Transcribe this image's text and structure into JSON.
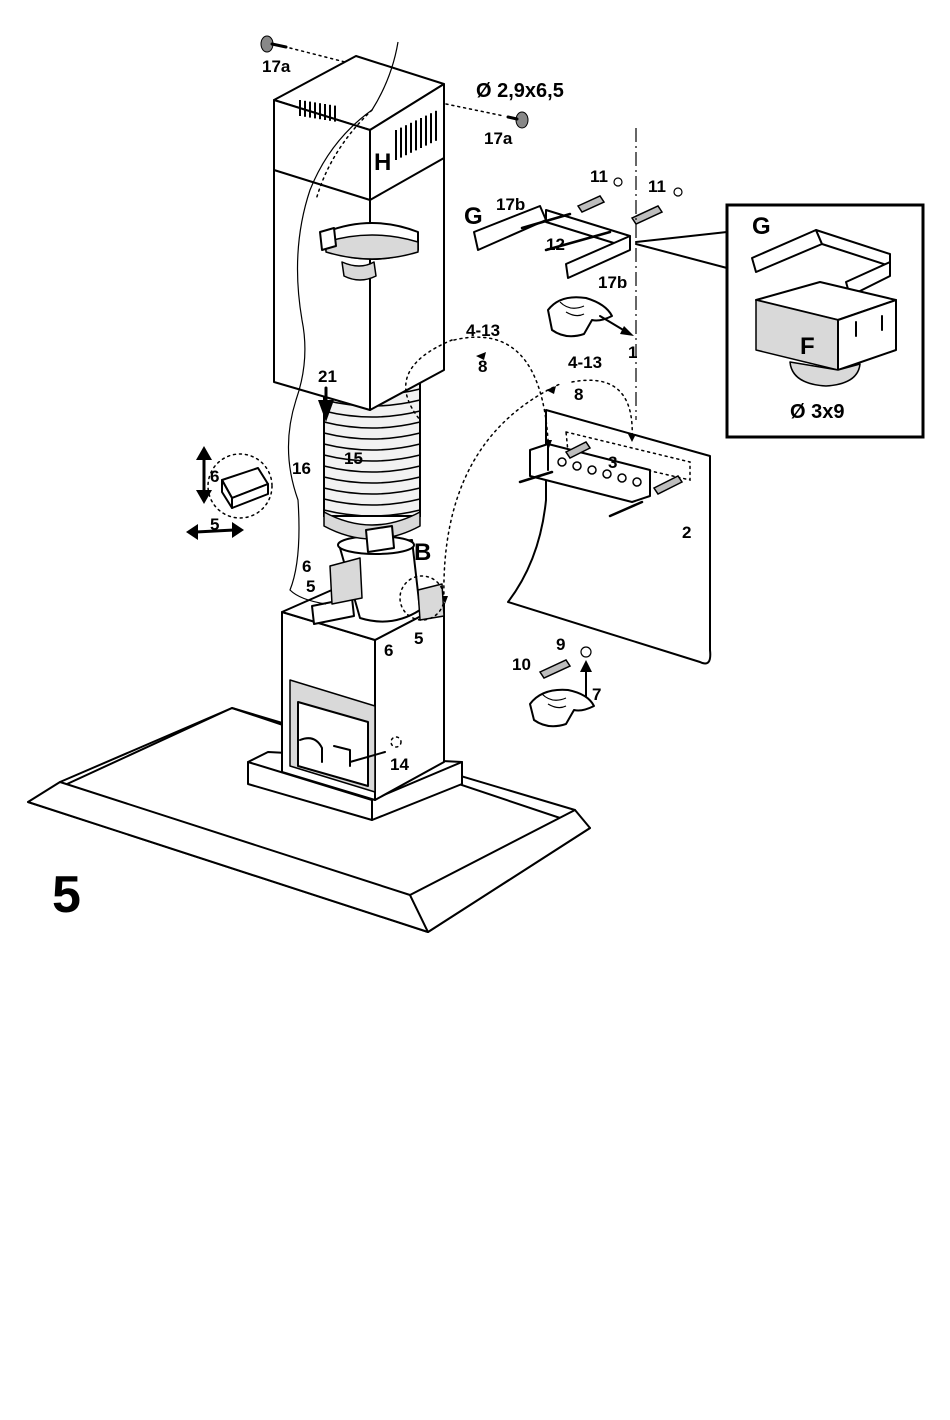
{
  "figure_number": "5",
  "labels": {
    "part_H": "H",
    "part_B": "B",
    "part_G": "G",
    "part_G_inset": "G",
    "part_F": "F",
    "screw_17a_top": "17a",
    "screw_17a_right": "17a",
    "screw_size_chimney": "Ø 2,9x6,5",
    "screw_size_inset": "Ø 3x9",
    "label_17b_left": "17b",
    "label_17b_right": "17b",
    "label_11_left": "11",
    "label_11_right": "11",
    "label_12": "12",
    "label_1": "1",
    "label_4_13_a": "4-13",
    "label_8_a": "8",
    "label_4_13_b": "4-13",
    "label_8_b": "8",
    "label_3": "3",
    "label_2": "2",
    "label_21": "21",
    "label_15": "15",
    "label_16": "16",
    "label_6_box": "6",
    "label_5_box": "5",
    "label_6_left": "6",
    "label_5_left": "5",
    "label_6_right": "6",
    "label_5_right": "5",
    "label_9": "9",
    "label_10": "10",
    "label_7": "7",
    "label_14": "14"
  }
}
